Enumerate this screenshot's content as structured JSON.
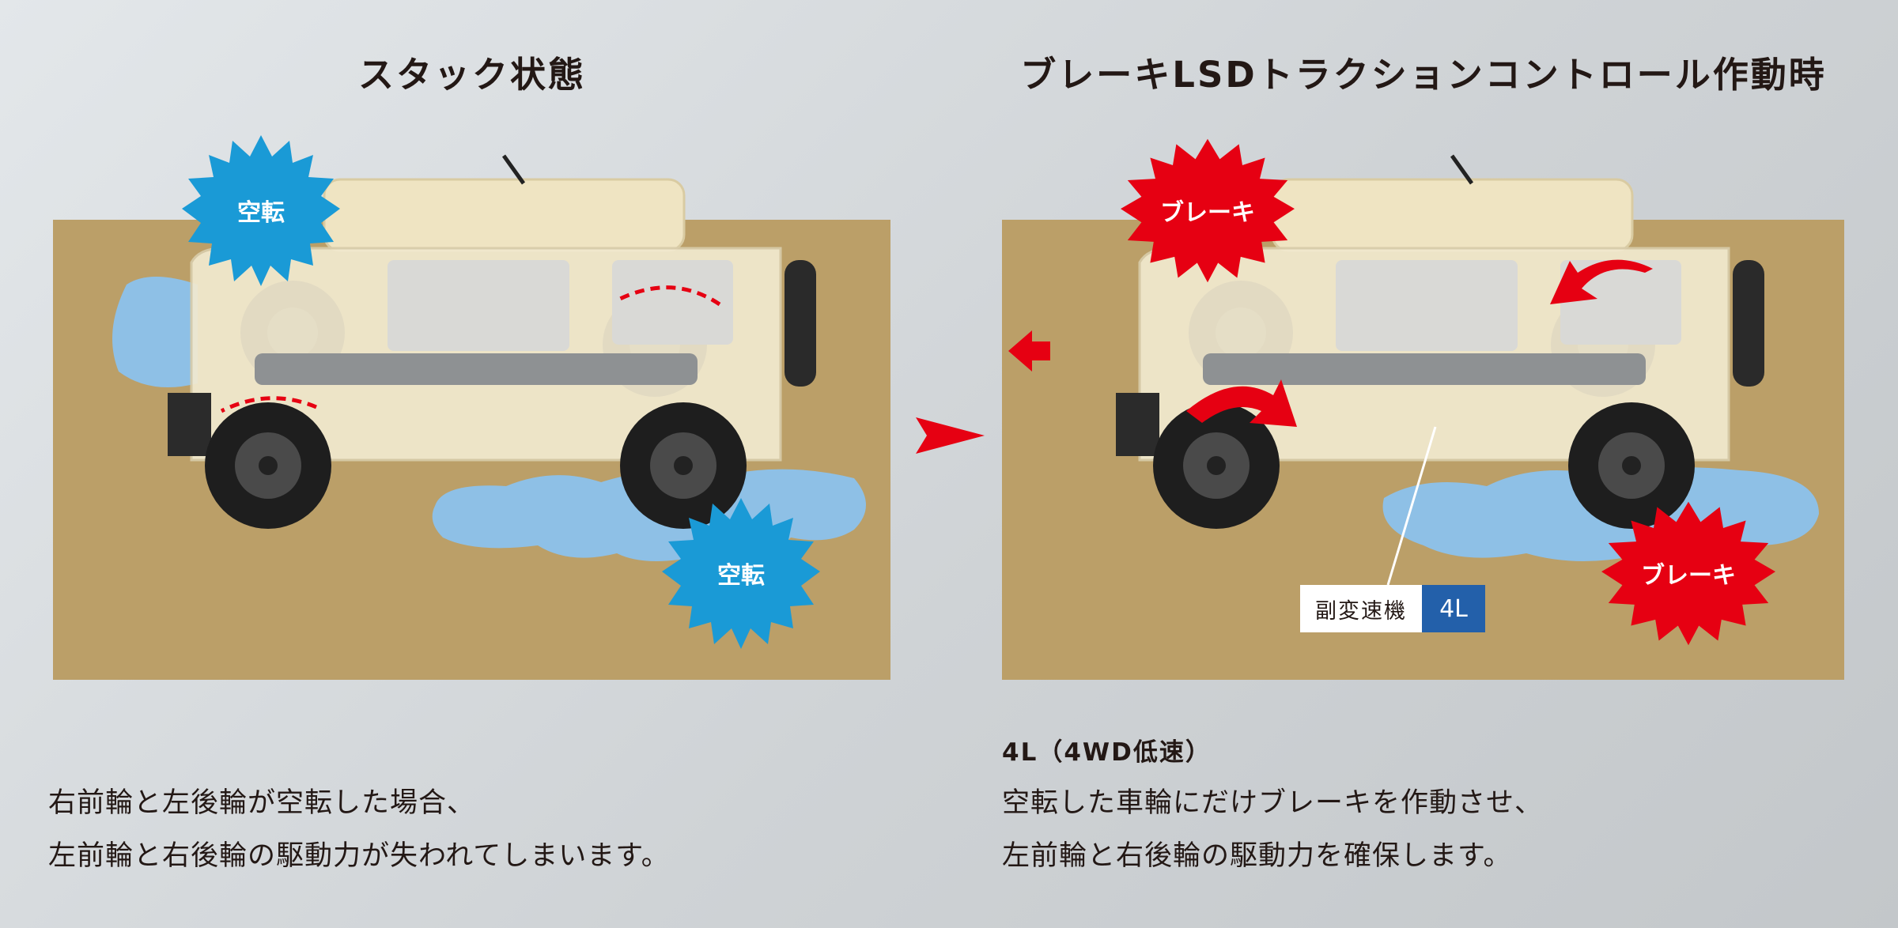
{
  "left": {
    "title": "スタック状態",
    "badges": [
      "空転",
      "空転"
    ],
    "description": [
      "右前輪と左後輪が空転した場合、",
      "左前輪と右後輪の駆動力が失われてしまいます。"
    ]
  },
  "right": {
    "title": "ブレーキLSDトラクションコントロール作動時",
    "badges": [
      "ブレーキ",
      "ブレーキ"
    ],
    "gear_label": "副変速機",
    "gear_value": "4L",
    "subtitle": "4L（4WD低速）",
    "description": [
      "空転した車輪にだけブレーキを作動させ、",
      "左前輪と右後輪の駆動力を確保します。"
    ]
  },
  "colors": {
    "ground": "#bb9f68",
    "water": "#8ec0e6",
    "spin_badge": "#1a9ad6",
    "brake_badge": "#e60012",
    "gear_value_bg": "#2360aa",
    "arrow": "#e60012"
  }
}
